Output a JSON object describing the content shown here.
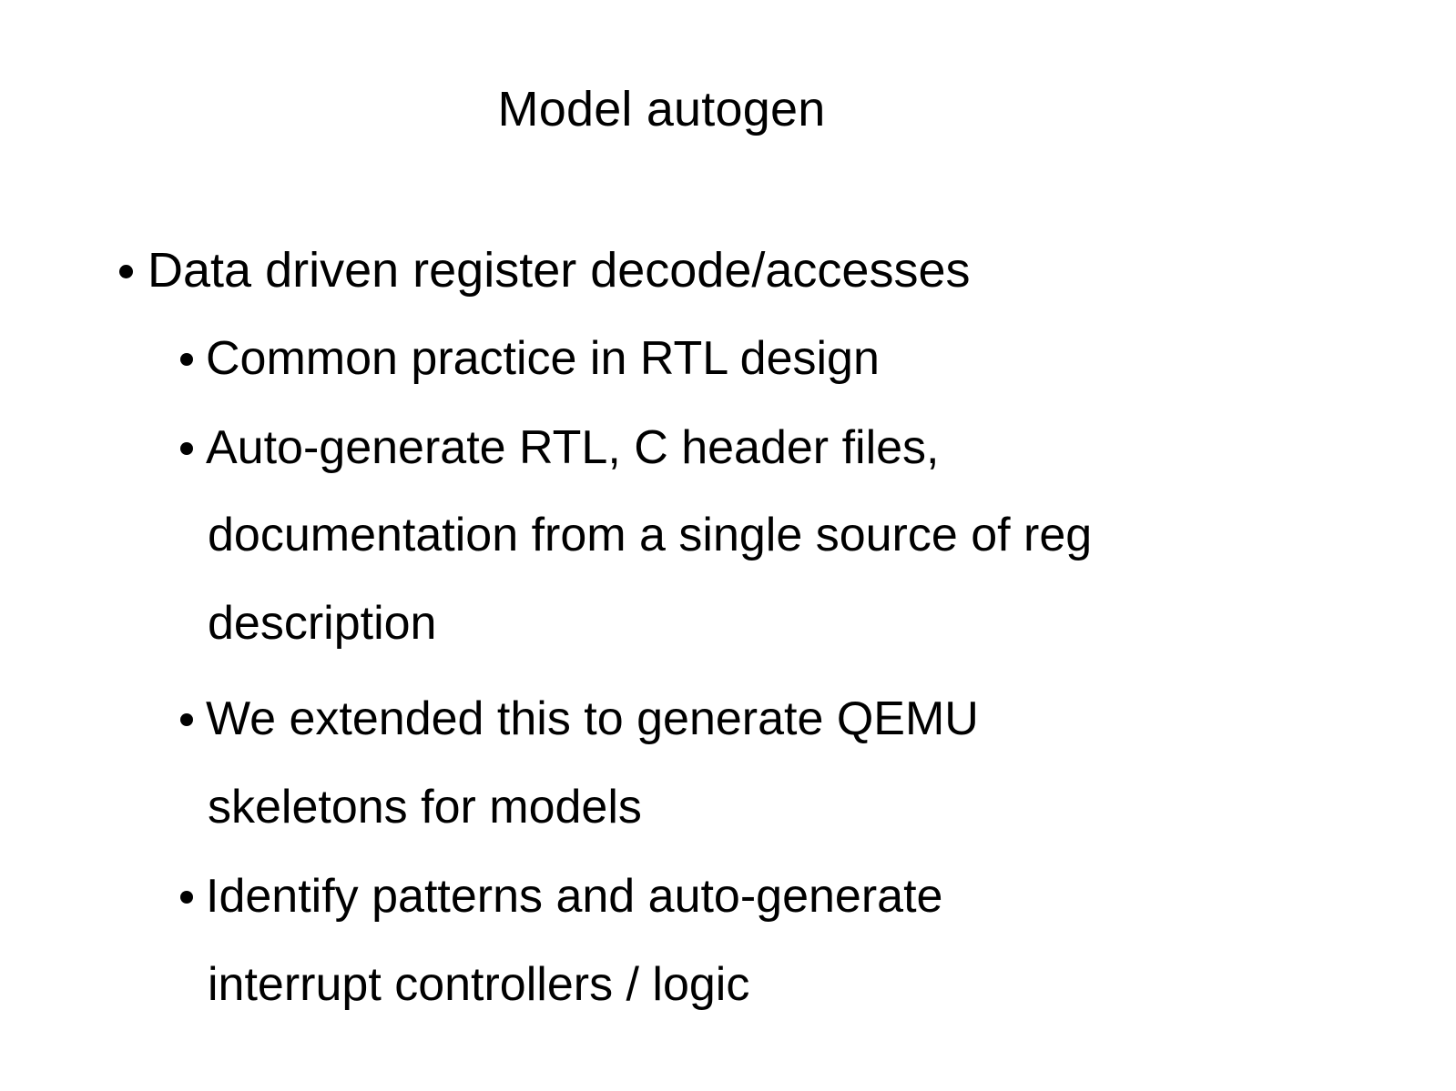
{
  "slide": {
    "background_color": "#ffffff",
    "text_color": "#000000",
    "title": "Model autogen",
    "bullets": [
      {
        "level": 1,
        "bullet_glyph": "•",
        "lines": [
          "Data driven register decode/accesses"
        ]
      },
      {
        "level": 2,
        "bullet_glyph": "•",
        "lines": [
          "Common practice in RTL design"
        ]
      },
      {
        "level": 2,
        "bullet_glyph": "•",
        "lines": [
          "Auto-generate RTL, C header files,",
          "documentation from a single source of reg",
          "description"
        ]
      },
      {
        "level": 2,
        "bullet_glyph": "•",
        "lines": [
          "We extended this to generate QEMU",
          "skeletons for models"
        ]
      },
      {
        "level": 2,
        "bullet_glyph": "•",
        "lines": [
          "Identify patterns and auto-generate",
          "interrupt controllers / logic"
        ]
      }
    ],
    "flat_lines": {
      "l1": "Data driven register decode/accesses",
      "l2": "Common practice in RTL design",
      "l3": "Auto-generate RTL, C header files,",
      "l4": "documentation from a single source of reg",
      "l5": "description",
      "l6": "We extended this to generate QEMU",
      "l7": "skeletons for models",
      "l8": "Identify patterns and auto-generate",
      "l9": "interrupt controllers / logic"
    }
  }
}
